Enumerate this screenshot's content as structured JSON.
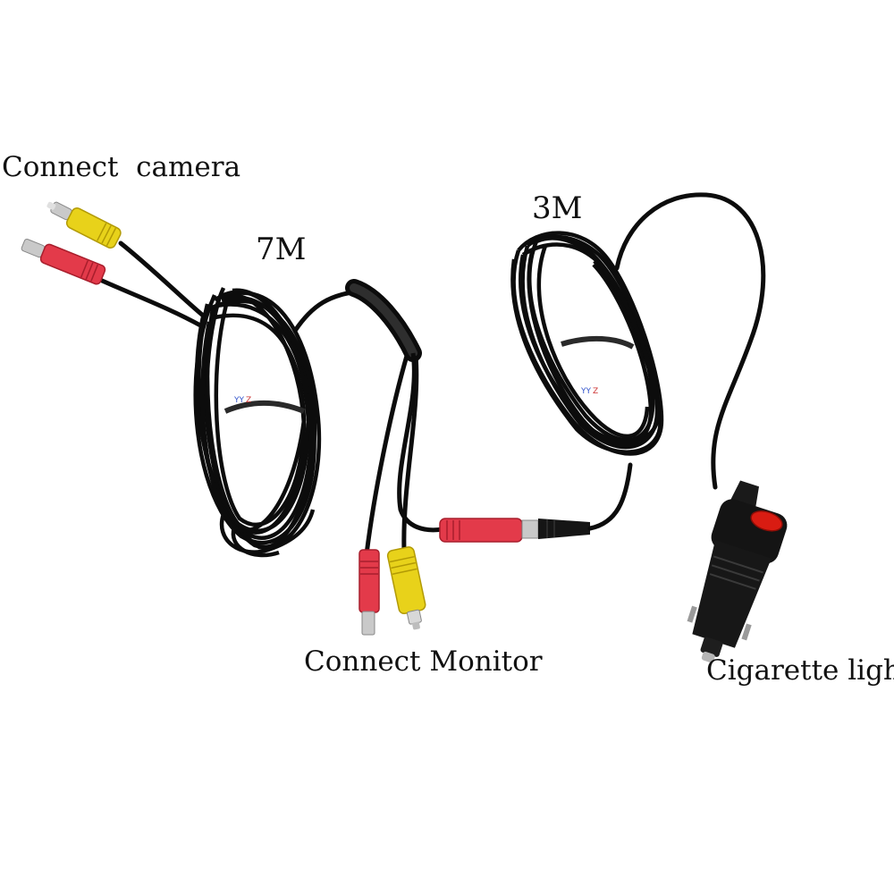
{
  "labels": {
    "connect_camera": "Connect  camera",
    "length_7m": "7M",
    "length_3m": "3M",
    "connect_monitor": "Connect Monitor",
    "cigarette_lighter": "Cigarette lighter"
  },
  "colors": {
    "background": "#ffffff",
    "cable": "#0c0c0c",
    "rca_yellow": "#e8d21a",
    "dc_red": "#e33a4a",
    "plug_metal": "#c9c9c9",
    "switch_red": "#d91c12",
    "label_text": "#111111"
  },
  "icons": [
    "yellow-rca-plug",
    "red-dc-plug",
    "cable-coil",
    "y-splitter",
    "inline-connector",
    "cigarette-lighter-plug"
  ]
}
